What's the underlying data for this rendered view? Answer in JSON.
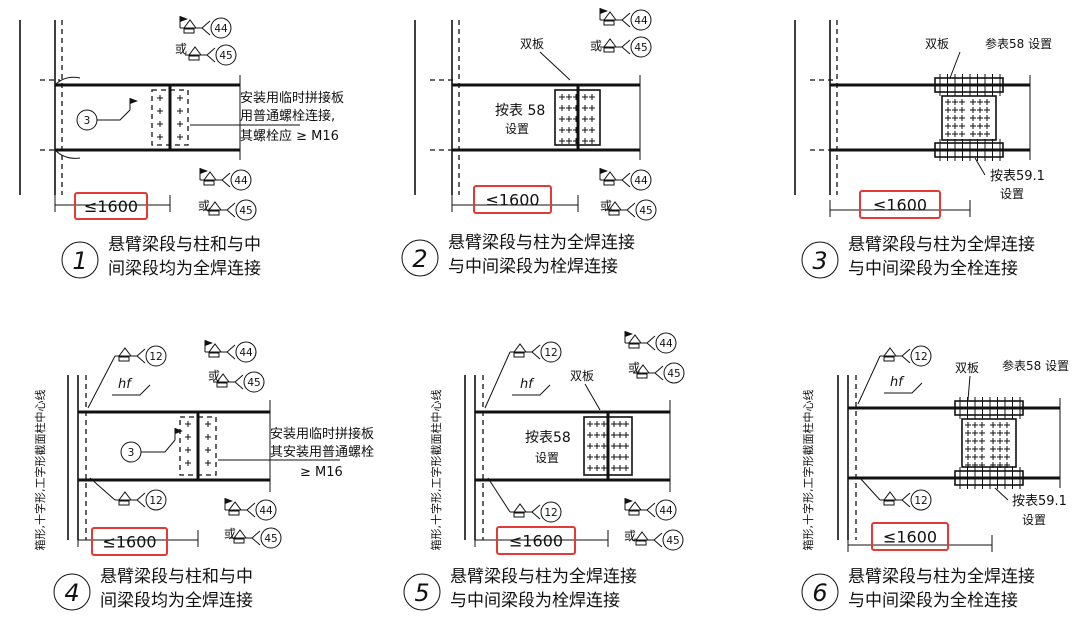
{
  "diagrams": [
    {
      "num": "1",
      "caption": [
        "悬臂梁段与柱和与中",
        "间梁段均为全焊连接"
      ],
      "dim": "≤1600",
      "note": [
        "安装用临时拼接板",
        "用普通螺栓连接,",
        "其螺栓应 ≥ M16"
      ],
      "weld_marks": [
        "44",
        "45",
        "3",
        "44",
        "45"
      ],
      "or_label": "或"
    },
    {
      "num": "2",
      "caption": [
        "悬臂梁段与柱为全焊连接",
        "与中间梁段为栓焊连接"
      ],
      "dim": "≤1600",
      "plate_label": "双板",
      "table_ref": [
        "按表 58",
        "设置"
      ],
      "weld_marks": [
        "44",
        "45",
        "44",
        "45"
      ],
      "or_label": "或"
    },
    {
      "num": "3",
      "caption": [
        "悬臂梁段与柱为全焊连接",
        "与中间梁段为全栓连接"
      ],
      "dim": "≤1600",
      "plate_label": "双板",
      "table_ref_top": "参表58 设置",
      "table_ref_bottom": [
        "按表59.1",
        "设置"
      ]
    },
    {
      "num": "4",
      "caption": [
        "悬臂梁段与柱和与中",
        "间梁段均为全焊连接"
      ],
      "dim": "≤1600",
      "side_label": "箱形,十字形,工字形截面柱中心线",
      "hf_label": "hf",
      "note": [
        "安装用临时拼接板",
        "其安装用普通螺栓",
        "≥ M16"
      ],
      "weld_marks": [
        "12",
        "44",
        "45",
        "3",
        "12",
        "44",
        "45"
      ],
      "or_label": "或"
    },
    {
      "num": "5",
      "caption": [
        "悬臂梁段与柱为全焊连接",
        "与中间梁段为栓焊连接"
      ],
      "dim": "≤1600",
      "side_label": "箱形,十字形,工字形截面柱中心线",
      "hf_label": "hf",
      "plate_label": "双板",
      "table_ref": [
        "按表58",
        "设置"
      ],
      "weld_marks": [
        "12",
        "44",
        "45",
        "12",
        "44",
        "45"
      ],
      "or_label": "或"
    },
    {
      "num": "6",
      "caption": [
        "悬臂梁段与柱为全焊连接",
        "与中间梁段为全栓连接"
      ],
      "dim": "≤1600",
      "side_label": "箱形,十字形,工字形截面柱中心线",
      "hf_label": "hf",
      "plate_label": "双板",
      "table_ref_top": "参表58 设置",
      "table_ref_bottom": [
        "按表59.1",
        "设置"
      ],
      "weld_marks": [
        "12",
        "12"
      ]
    }
  ],
  "colors": {
    "line": "#111111",
    "highlight": "#e53935"
  }
}
